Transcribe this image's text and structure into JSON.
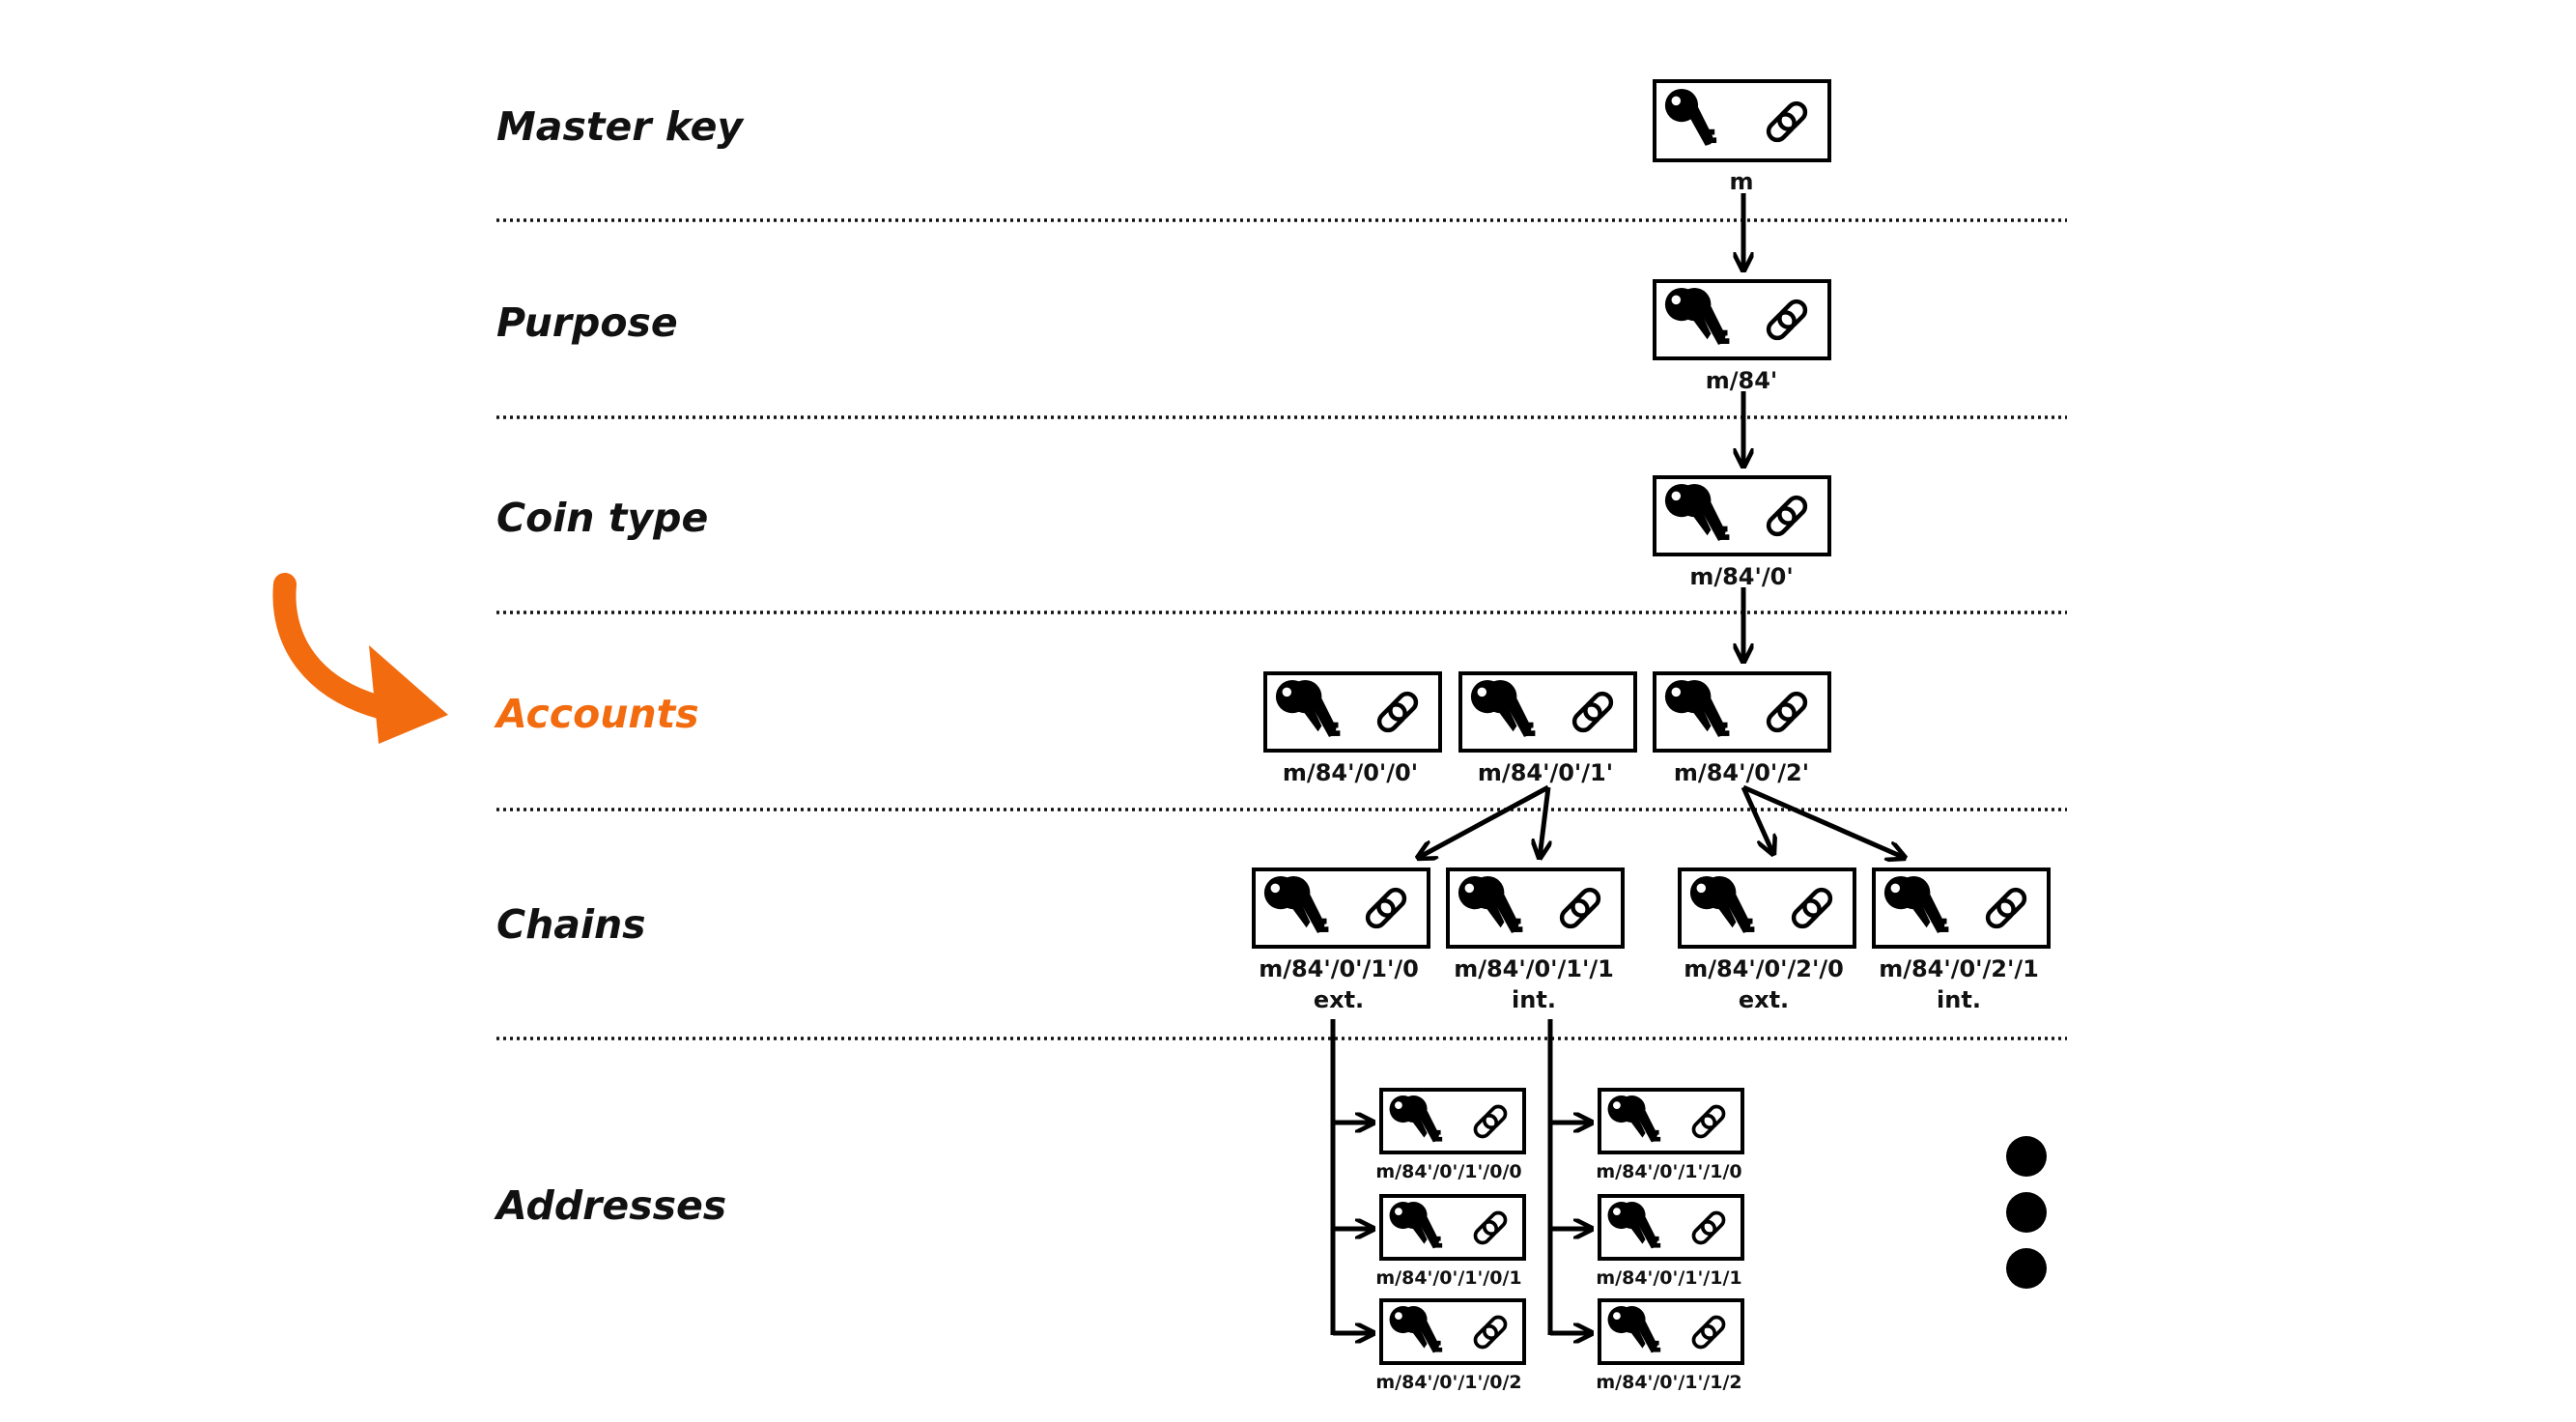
{
  "colors": {
    "ink": "#000000",
    "highlight": "#f26b0f",
    "background": "#ffffff"
  },
  "levels": {
    "master": "Master key",
    "purpose": "Purpose",
    "coin": "Coin type",
    "accounts": "Accounts",
    "chains": "Chains",
    "addresses": "Addresses"
  },
  "highlighted_level": "accounts",
  "nodes": {
    "m": {
      "label": "m",
      "icon": "single-key-icon"
    },
    "purpose": {
      "label": "m/84'",
      "icon": "double-key-icon"
    },
    "coin": {
      "label": "m/84'/0'",
      "icon": "double-key-icon"
    },
    "account0": {
      "label": "m/84'/0'/0'",
      "icon": "double-key-icon"
    },
    "account1": {
      "label": "m/84'/0'/1'",
      "icon": "double-key-icon"
    },
    "account2": {
      "label": "m/84'/0'/2'",
      "icon": "double-key-icon"
    },
    "chain10": {
      "label": "m/84'/0'/1'/0",
      "sub": "ext.",
      "icon": "double-key-icon"
    },
    "chain11": {
      "label": "m/84'/0'/1'/1",
      "sub": "int.",
      "icon": "double-key-icon"
    },
    "chain20": {
      "label": "m/84'/0'/2'/0",
      "sub": "ext.",
      "icon": "double-key-icon"
    },
    "chain21": {
      "label": "m/84'/0'/2'/1",
      "sub": "int.",
      "icon": "double-key-icon"
    },
    "addr100": {
      "label": "m/84'/0'/1'/0/0",
      "icon": "double-key-icon"
    },
    "addr101": {
      "label": "m/84'/0'/1'/0/1",
      "icon": "double-key-icon"
    },
    "addr102": {
      "label": "m/84'/0'/1'/0/2",
      "icon": "double-key-icon"
    },
    "addr110": {
      "label": "m/84'/0'/1'/1/0",
      "icon": "double-key-icon"
    },
    "addr111": {
      "label": "m/84'/0'/1'/1/1",
      "icon": "double-key-icon"
    },
    "addr112": {
      "label": "m/84'/0'/1'/1/2",
      "icon": "double-key-icon"
    }
  }
}
